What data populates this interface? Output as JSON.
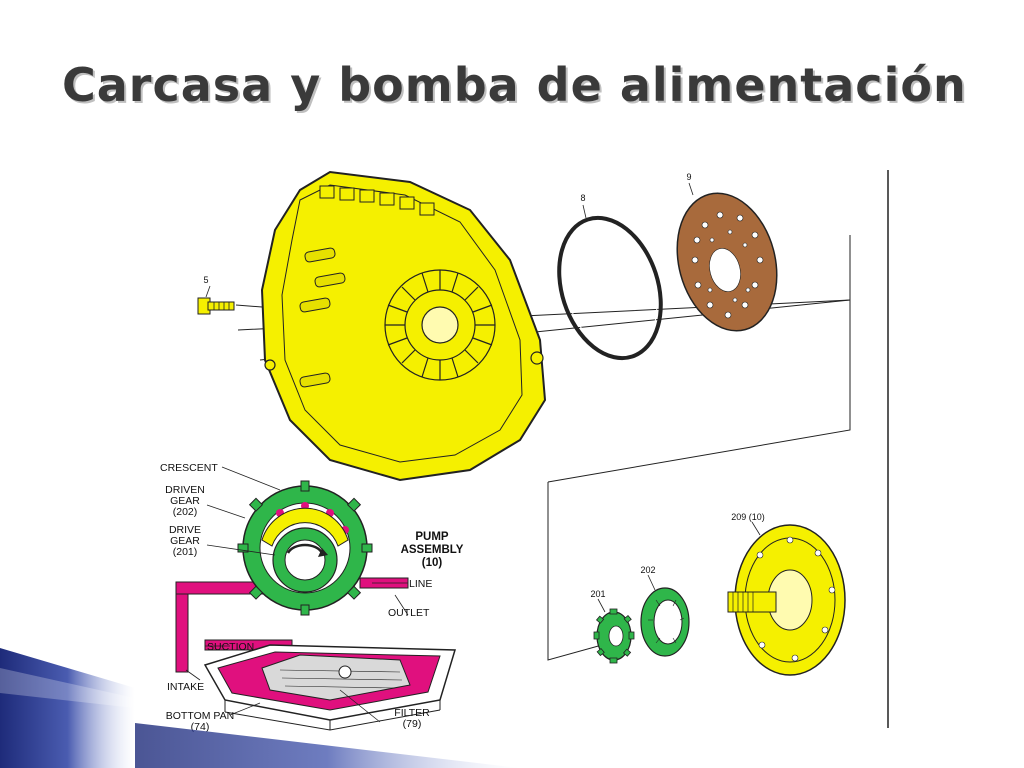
{
  "slide": {
    "title": "Carcasa y bomba de alimentación"
  },
  "parts": {
    "bolt": "5",
    "o_ring": "8",
    "gasket": "9",
    "pump_assembly": "209 (10)",
    "driven_gear": "202",
    "drive_gear": "201"
  },
  "pump_diagram": {
    "crescent": "CRESCENT",
    "driven_gear_line1": "DRIVEN",
    "driven_gear_line2": "GEAR",
    "driven_gear_line3": "(202)",
    "drive_gear_line1": "DRIVE",
    "drive_gear_line2": "GEAR",
    "drive_gear_line3": "(201)",
    "pump_assembly_line1": "PUMP",
    "pump_assembly_line2": "ASSEMBLY",
    "pump_assembly_line3": "(10)",
    "line": "LINE",
    "outlet": "OUTLET",
    "suction": "SUCTION",
    "intake": "INTAKE",
    "bottom_pan_line1": "BOTTOM PAN",
    "bottom_pan_line2": "(74)",
    "filter_line1": "FILTER",
    "filter_line2": "(79)"
  },
  "colors": {
    "housing": "#f5f000",
    "gear_green": "#2fb64a",
    "oil_pink": "#e0107e",
    "gasket_brown": "#a86a3c",
    "corner_blue": "#2a3a8c"
  }
}
